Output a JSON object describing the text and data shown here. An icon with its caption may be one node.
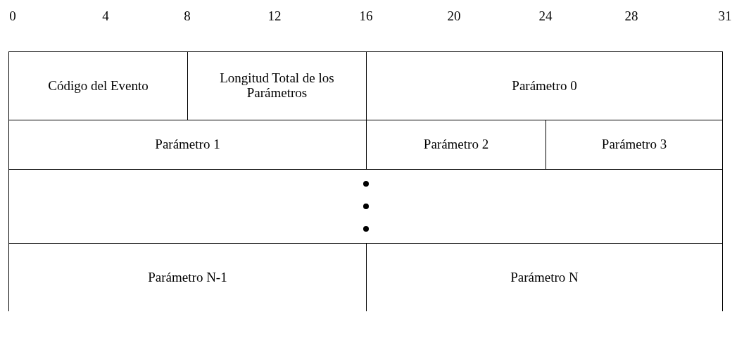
{
  "diagram": {
    "nodes": [
      {
        "text": [
          "Código del Evento"
        ]
      },
      {
        "text": [
          "Longitud Total de los Parámetros"
        ]
      },
      {
        "text": [
          "Parámetro 0"
        ]
      },
      {
        "text": [
          "Parámetro 1"
        ]
      },
      {
        "text": [
          "Parámetro 2"
        ]
      },
      {
        "text": [
          "Parámetro 3"
        ]
      },
      {
        "text": [],
        "shape": "box"
      },
      {
        "text": [
          "Parámetro N-1"
        ]
      },
      {
        "text": [
          "Parámetro N"
        ]
      }
    ],
    "labels": [
      "0",
      "4",
      "8",
      "12",
      "16",
      "20",
      "24",
      "28",
      "31"
    ]
  }
}
